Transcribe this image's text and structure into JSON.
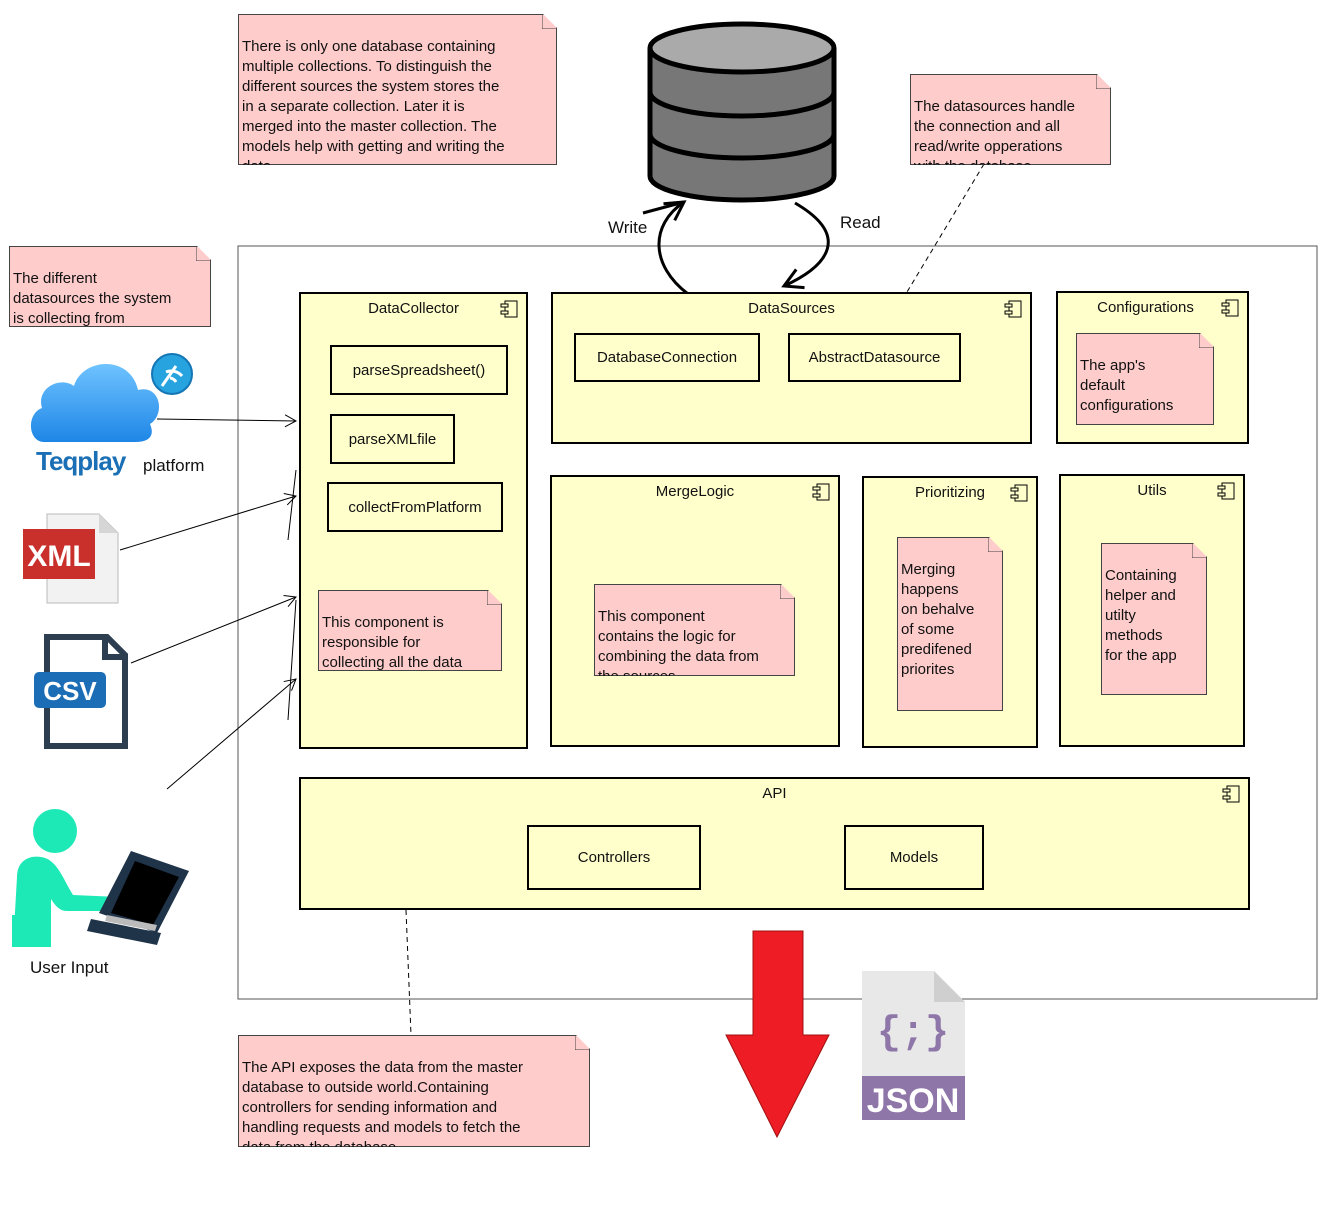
{
  "database_icon": "database-cylinder-icon",
  "edges": {
    "write": "Write",
    "read": "Read"
  },
  "notes": {
    "database": "There is only one database containing\nmultiple collections. To distinguish the\ndifferent sources the system stores the\nin a separate collection. Later it is\nmerged into the master collection. The\nmodels help with getting and writing the\ndata.",
    "datasources": "The datasources handle\nthe connection and all\nread/write opperations\nwith the database",
    "sources": "The different\ndatasources the system\nis collecting from",
    "collector": "This component is\nresponsible for\ncollecting all the data",
    "merge": "This component\ncontains the logic for\ncombining the data from\nthe sources",
    "prioritizing": "Merging\nhappens\non behalve\nof some\npredifened\npriorites",
    "configurations": "The app's\ndefault\nconfigurations",
    "utils": "Containing\nhelper and\nutilty\nmethods\nfor the app",
    "api": "The API exposes the data from the master\ndatabase to outside world.Containing\ncontrollers for sending information and\nhandling requests and models to fetch the\ndata from the database."
  },
  "components": {
    "datacollector": {
      "title": "DataCollector",
      "methods": [
        "parseSpreadsheet()",
        "parseXMLfile",
        "collectFromPlatform"
      ]
    },
    "datasources": {
      "title": "DataSources",
      "items": [
        "DatabaseConnection",
        "AbstractDatasource"
      ]
    },
    "configurations": {
      "title": "Configurations"
    },
    "mergelogic": {
      "title": "MergeLogic"
    },
    "prioritizing": {
      "title": "Prioritizing"
    },
    "utils": {
      "title": "Utils"
    },
    "api": {
      "title": "API",
      "items": [
        "Controllers",
        "Models"
      ]
    }
  },
  "sources": {
    "teqplay": {
      "brand": "Teqplay",
      "label": "platform"
    },
    "xml": {
      "label": "XML"
    },
    "csv": {
      "label": "CSV"
    },
    "user": {
      "label": "User Input"
    }
  },
  "output": {
    "label": "JSON",
    "braces": "{;}"
  },
  "colors": {
    "note": "#ffcccc",
    "component": "#ffffcc",
    "arrow": "#ee1c24",
    "json": "#8e76a8",
    "user": "#1de9b6",
    "cloud": "#4aa8f0",
    "teqplay": "#1a6fb5",
    "xml": "#c9302c",
    "csv": "#1b6eb5"
  }
}
